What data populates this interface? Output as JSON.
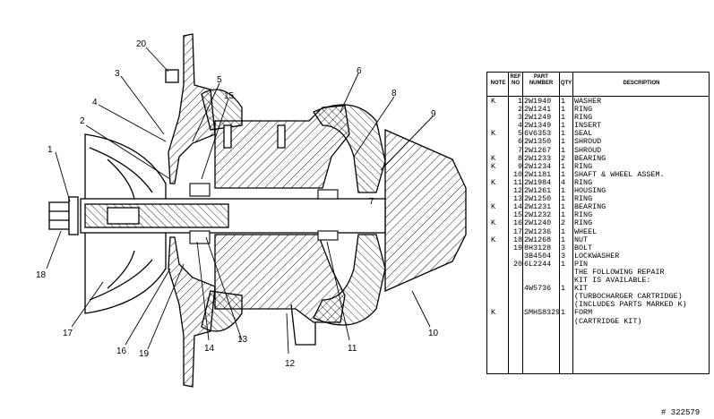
{
  "callouts": [
    "20",
    "3",
    "4",
    "5",
    "15",
    "2",
    "1",
    "6",
    "8",
    "9",
    "18",
    "17",
    "16",
    "19",
    "14",
    "13",
    "12",
    "11",
    "10",
    "7"
  ],
  "table": {
    "headers": {
      "note": "NOTE",
      "ref": "REF NO",
      "part": "PART NUMBER",
      "qty": "QTY",
      "desc": "DESCRIPTION"
    },
    "rows": [
      {
        "note": "K",
        "ref": "1",
        "part": "2W1940",
        "qty": "1",
        "desc": "WASHER"
      },
      {
        "note": "",
        "ref": "2",
        "part": "2W1241",
        "qty": "1",
        "desc": "RING"
      },
      {
        "note": "",
        "ref": "3",
        "part": "2W1249",
        "qty": "1",
        "desc": "RING"
      },
      {
        "note": "",
        "ref": "4",
        "part": "2W1349",
        "qty": "1",
        "desc": "INSERT"
      },
      {
        "note": "K",
        "ref": "5",
        "part": "6V6353",
        "qty": "1",
        "desc": "SEAL"
      },
      {
        "note": "",
        "ref": "6",
        "part": "2W1350",
        "qty": "1",
        "desc": "SHROUD"
      },
      {
        "note": "",
        "ref": "7",
        "part": "2W1267",
        "qty": "1",
        "desc": "SHROUD"
      },
      {
        "note": "K",
        "ref": "8",
        "part": "2W1233",
        "qty": "2",
        "desc": "BEARING"
      },
      {
        "note": "K",
        "ref": "9",
        "part": "2W1234",
        "qty": "1",
        "desc": "RING"
      },
      {
        "note": "",
        "ref": "10",
        "part": "2W1181",
        "qty": "1",
        "desc": "SHAFT & WHEEL ASSEM."
      },
      {
        "note": "K",
        "ref": "11",
        "part": "2W1984",
        "qty": "4",
        "desc": "RING"
      },
      {
        "note": "",
        "ref": "12",
        "part": "2W1261",
        "qty": "1",
        "desc": "HOUSING"
      },
      {
        "note": "",
        "ref": "13",
        "part": "2W1250",
        "qty": "1",
        "desc": "RING"
      },
      {
        "note": "K",
        "ref": "14",
        "part": "2W1231",
        "qty": "1",
        "desc": "BEARING"
      },
      {
        "note": "",
        "ref": "15",
        "part": "2W1232",
        "qty": "1",
        "desc": "RING"
      },
      {
        "note": "K",
        "ref": "16",
        "part": "2W1240",
        "qty": "2",
        "desc": "RING"
      },
      {
        "note": "",
        "ref": "17",
        "part": "2W1236",
        "qty": "1",
        "desc": "WHEEL"
      },
      {
        "note": "K",
        "ref": "18",
        "part": "2W1268",
        "qty": "1",
        "desc": "NUT"
      },
      {
        "note": "",
        "ref": "19",
        "part": "8H3128",
        "qty": "3",
        "desc": "BOLT"
      },
      {
        "note": "",
        "ref": "",
        "part": "3B4504",
        "qty": "3",
        "desc": "LOCKWASHER"
      },
      {
        "note": "",
        "ref": "20",
        "part": "6L2244",
        "qty": "1",
        "desc": "PIN"
      },
      {
        "note": "",
        "ref": "",
        "part": "",
        "qty": "",
        "desc": "THE FOLLOWING REPAIR"
      },
      {
        "note": "",
        "ref": "",
        "part": "",
        "qty": "",
        "desc": "KIT IS AVAILABLE:"
      },
      {
        "note": "",
        "ref": "",
        "part": "4W5736",
        "qty": "1",
        "desc": "KIT"
      },
      {
        "note": "",
        "ref": "",
        "part": "",
        "qty": "",
        "desc": "(TURBOCHARGER CARTRIDGE)"
      },
      {
        "note": "",
        "ref": "",
        "part": "",
        "qty": "",
        "desc": "(INCLUDES PARTS MARKED K)"
      },
      {
        "note": "K",
        "ref": "",
        "part": "SMHS8329",
        "qty": "1",
        "desc": "FORM"
      },
      {
        "note": "",
        "ref": "",
        "part": "",
        "qty": "",
        "desc": "(CARTRIDGE KIT)"
      }
    ]
  },
  "figure_number": "# 322579"
}
